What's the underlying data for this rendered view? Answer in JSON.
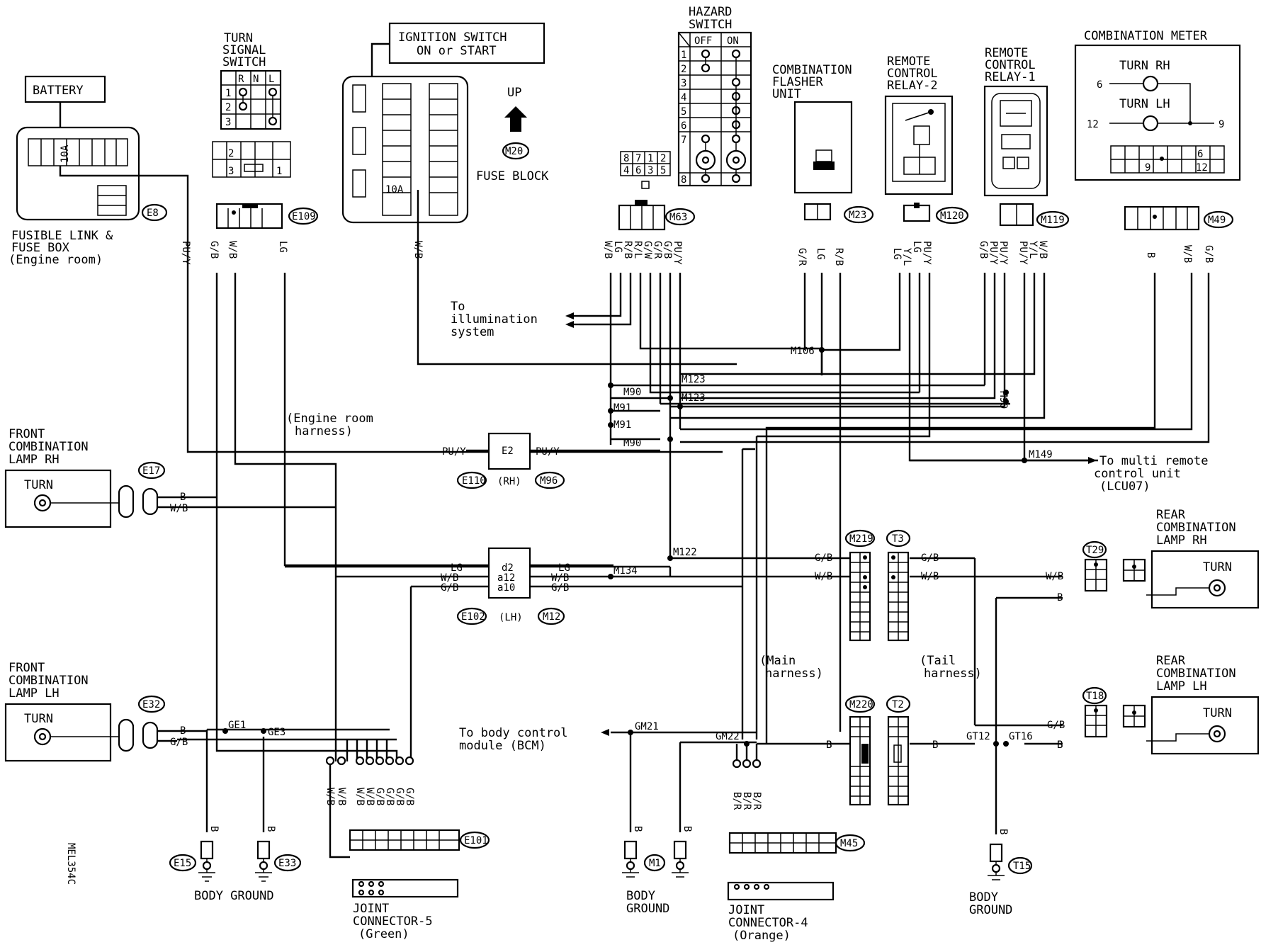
{
  "battery": "BATTERY",
  "fusible_link": [
    "FUSIBLE LINK &",
    "FUSE BOX",
    "(Engine room)"
  ],
  "fuse_10a": "10A",
  "turn_signal_switch": [
    "TURN",
    "SIGNAL",
    "SWITCH"
  ],
  "tss_table": {
    "header": [
      "R",
      "N",
      "L"
    ],
    "rows": [
      "1",
      "2",
      "3"
    ]
  },
  "ignition_switch": [
    "IGNITION SWITCH",
    "ON or START"
  ],
  "up": "UP",
  "fuse_block": "FUSE BLOCK",
  "hazard_switch": [
    "HAZARD",
    "SWITCH"
  ],
  "hazard_table": {
    "header": [
      "OFF",
      "ON"
    ],
    "rows": [
      "1",
      "2",
      "3",
      "4",
      "5",
      "6",
      "7",
      "8"
    ]
  },
  "hazard_pins": [
    "8",
    "7",
    "1",
    "2",
    "4",
    "6",
    "3",
    "5"
  ],
  "flasher_unit": [
    "COMBINATION",
    "FLASHER",
    "UNIT"
  ],
  "relay2": [
    "REMOTE",
    "CONTROL",
    "RELAY-2"
  ],
  "relay1": [
    "REMOTE",
    "CONTROL",
    "RELAY-1"
  ],
  "combination_meter": "COMBINATION METER",
  "meter": {
    "turn_rh": "TURN RH",
    "turn_lh": "TURN LH",
    "pins": [
      "6",
      "12",
      "9"
    ],
    "grid_pins": [
      "9",
      "6",
      "12"
    ]
  },
  "connectors": {
    "e8": "E8",
    "e109": "E109",
    "m20": "M20",
    "m63": "M63",
    "m23": "M23",
    "m120": "M120",
    "m119": "M119",
    "m49": "M49",
    "e17": "E17",
    "e32": "E32",
    "e110": "E110",
    "m96": "M96",
    "e102": "E102",
    "m12": "M12",
    "m219": "M219",
    "t3": "T3",
    "t29": "T29",
    "t18": "T18",
    "m220": "M220",
    "t2": "T2",
    "e15": "E15",
    "e33": "E33",
    "e101": "E101",
    "m1": "M1",
    "m45": "M45",
    "t15": "T15"
  },
  "wires": {
    "puy": "PU/Y",
    "gb": "G/B",
    "wb": "W/B",
    "lg": "LG",
    "gw": "G/W",
    "gr": "G/R",
    "rb": "R/B",
    "rl": "R/L",
    "yl": "Y/L",
    "b": "B",
    "br": "B/R"
  },
  "to_illumination": [
    "To",
    "illumination",
    "system"
  ],
  "engine_room_harness": [
    "(Engine room",
    "harness)"
  ],
  "main_harness": [
    "(Main",
    "harness)"
  ],
  "tail_harness": [
    "(Tail",
    "harness)"
  ],
  "to_multi_remote": [
    "To multi remote",
    "control unit",
    "(LCU07)"
  ],
  "to_bcm": [
    "To body control",
    "module (BCM)"
  ],
  "front_rh": [
    "FRONT",
    "COMBINATION",
    "LAMP RH"
  ],
  "front_lh": [
    "FRONT",
    "COMBINATION",
    "LAMP LH"
  ],
  "rear_rh": [
    "REAR",
    "COMBINATION",
    "LAMP RH"
  ],
  "rear_lh": [
    "REAR",
    "COMBINATION",
    "LAMP LH"
  ],
  "turn": "TURN",
  "e2_box": "E2",
  "rh": "(RH)",
  "lh": "(LH)",
  "lh_pins": [
    "d2",
    "a12",
    "a10"
  ],
  "splice_labels": {
    "m106": "M106",
    "m123a": "M123",
    "m123b": "M123",
    "m90a": "M90",
    "m90b": "M90",
    "m91a": "M91",
    "m91b": "M91",
    "m149": "M149",
    "m122": "M122",
    "m134": "M134",
    "gm21": "GM21",
    "gm22": "GM22",
    "ge1": "GE1",
    "ge3": "GE3",
    "gt12": "GT12",
    "gt16": "GT16"
  },
  "relay1_pins": "M90",
  "body_ground": "BODY GROUND",
  "body_ground_split": [
    "BODY",
    "GROUND"
  ],
  "jc5": [
    "JOINT",
    "CONNECTOR-5",
    "(Green)"
  ],
  "jc4": [
    "JOINT",
    "CONNECTOR-4",
    "(Orange)"
  ],
  "code": "MEL354C"
}
